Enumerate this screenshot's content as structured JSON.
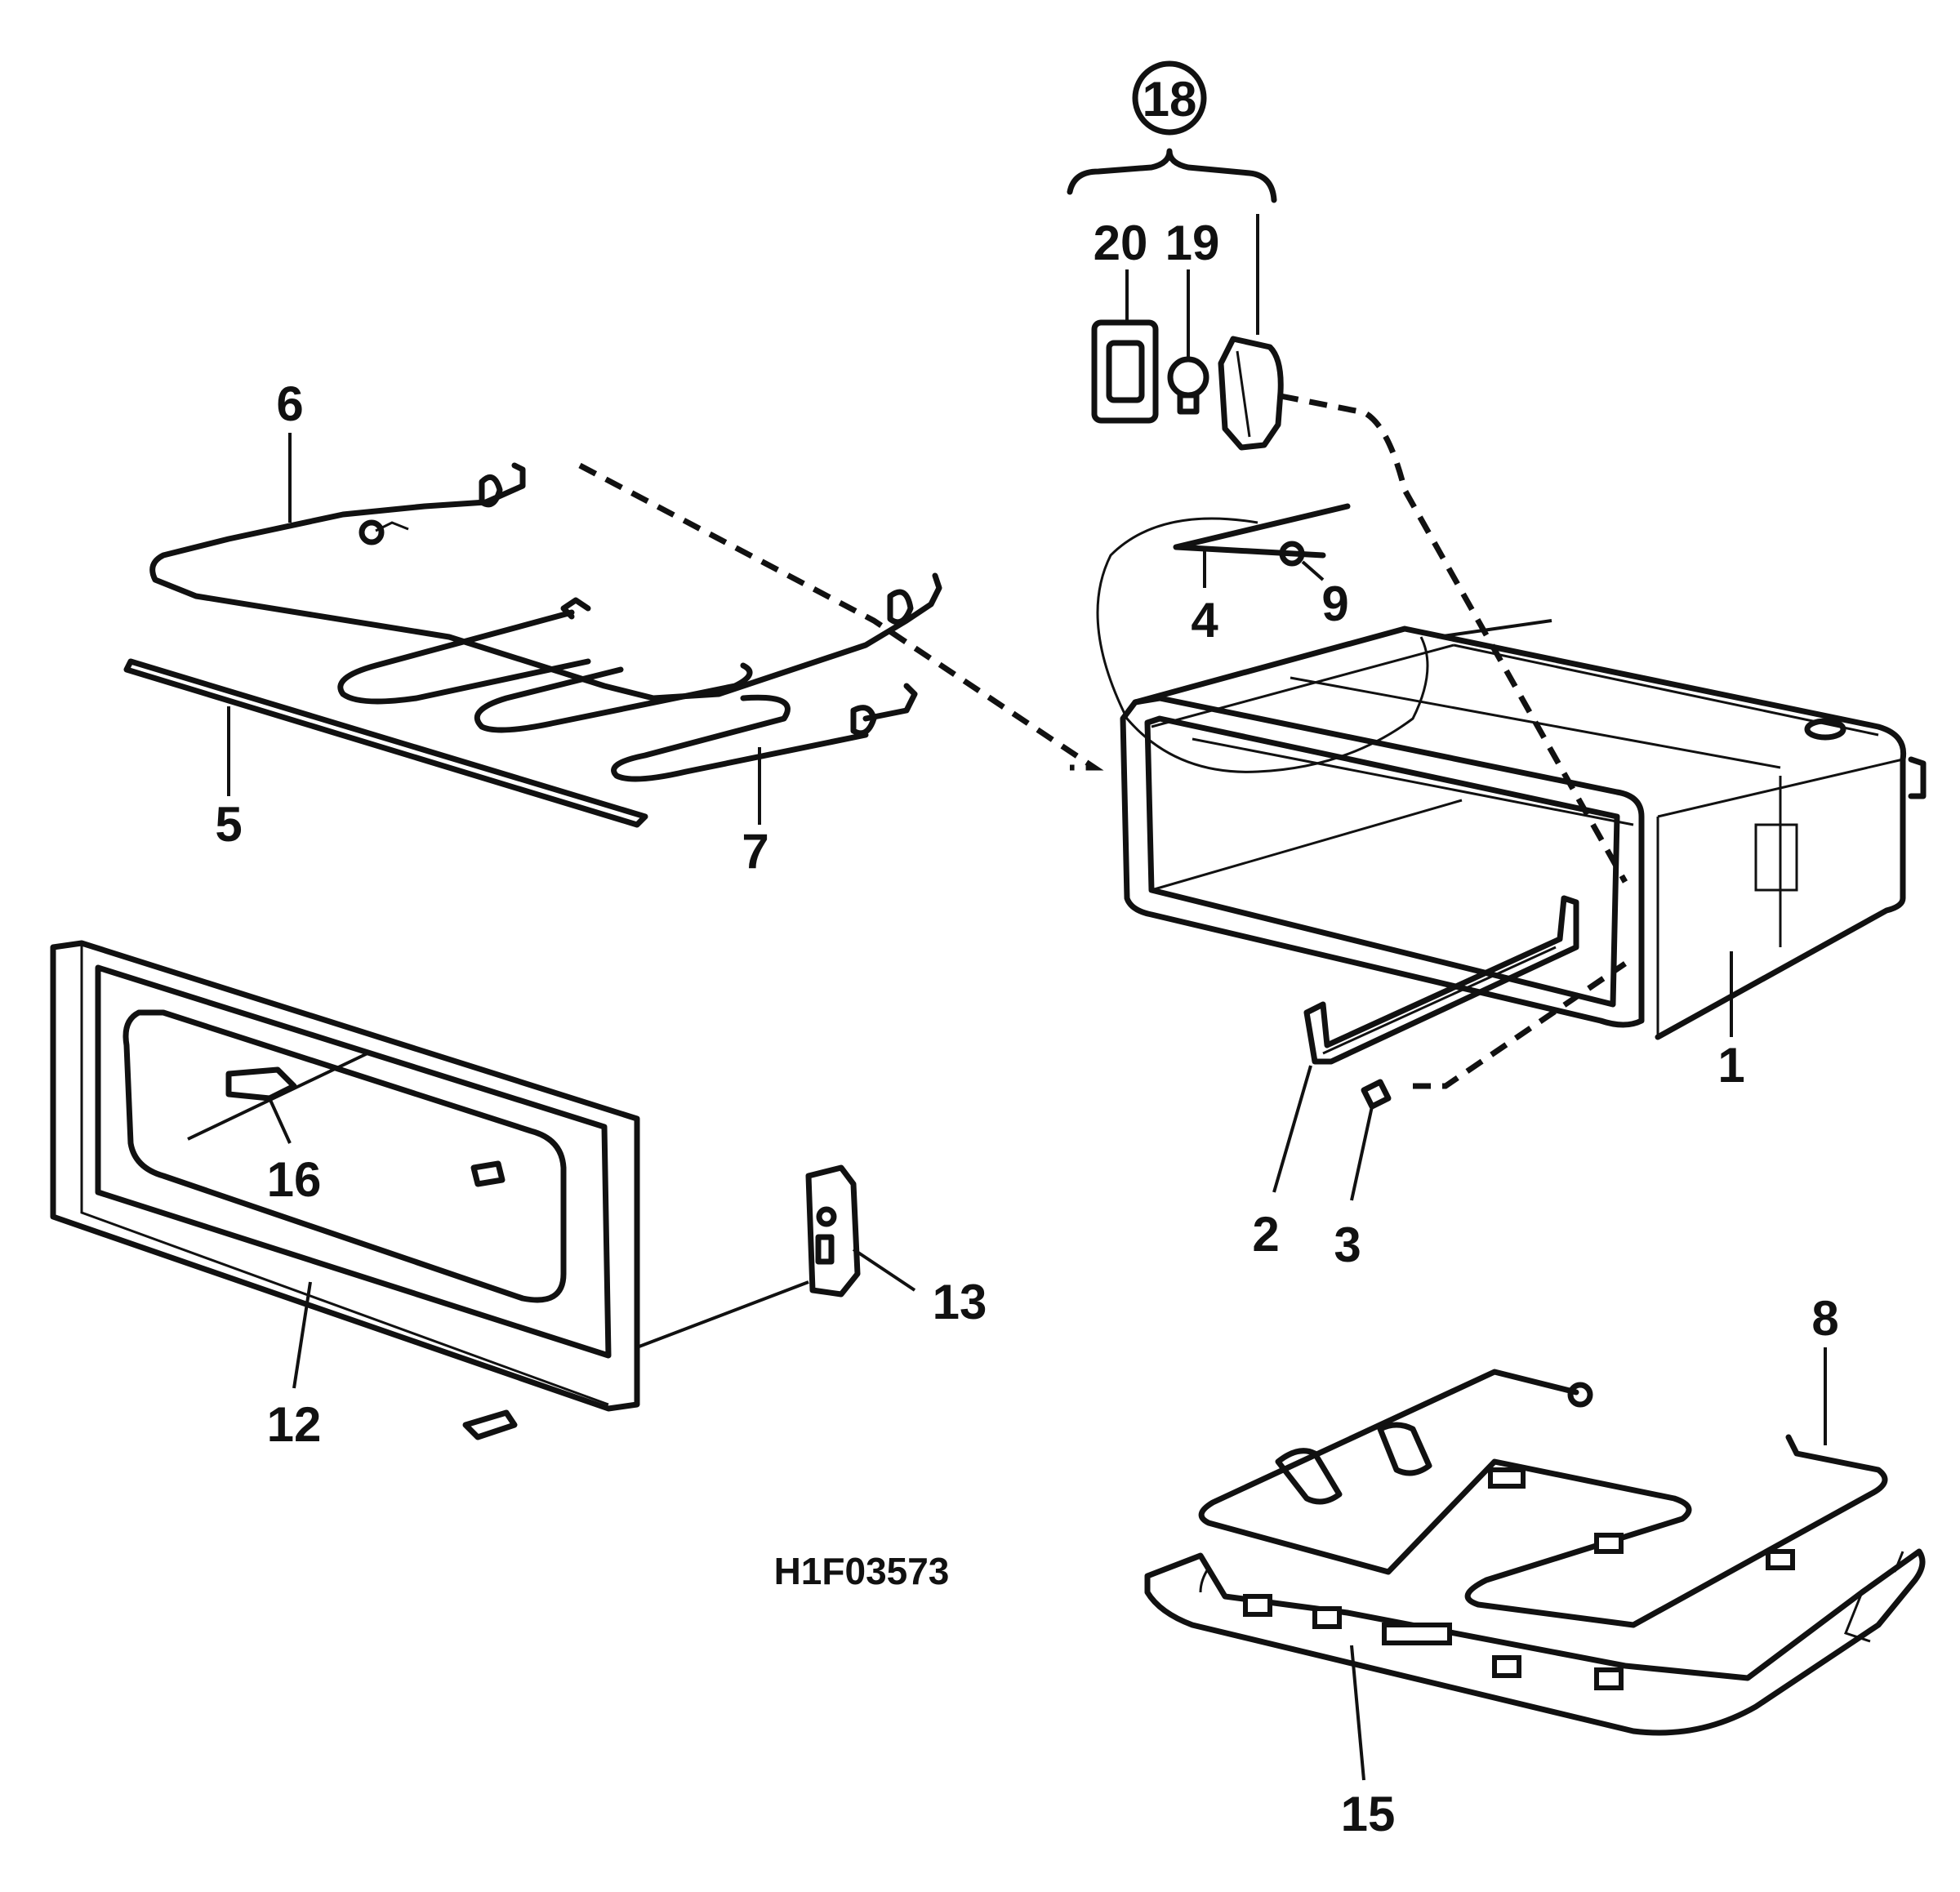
{
  "labels": {
    "p1": "1",
    "p2": "2",
    "p3": "3",
    "p4": "4",
    "p5": "5",
    "p6": "6",
    "p7": "7",
    "p8": "8",
    "p9": "9",
    "p12": "12",
    "p13": "13",
    "p15": "15",
    "p16": "16",
    "p18": "18",
    "p19": "19",
    "p20": "20"
  },
  "drawing_code": "H1F03573"
}
